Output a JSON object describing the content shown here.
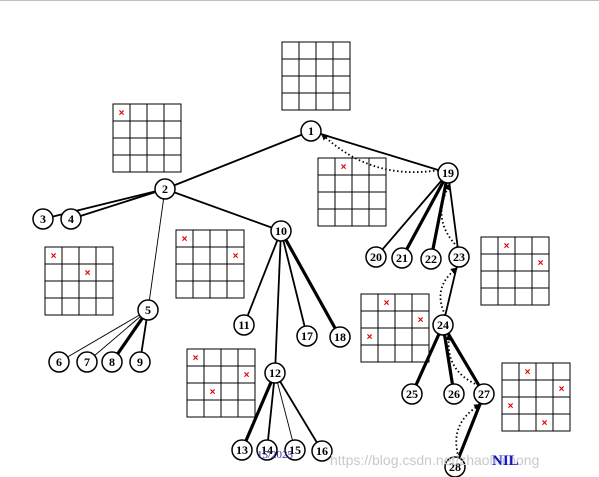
{
  "nodes": [
    {
      "id": "1",
      "label": "1"
    },
    {
      "id": "2",
      "label": "2"
    },
    {
      "id": "3",
      "label": "3"
    },
    {
      "id": "4",
      "label": "4"
    },
    {
      "id": "5",
      "label": "5"
    },
    {
      "id": "6",
      "label": "6"
    },
    {
      "id": "7",
      "label": "7"
    },
    {
      "id": "8",
      "label": "8"
    },
    {
      "id": "9",
      "label": "9"
    },
    {
      "id": "10",
      "label": "10"
    },
    {
      "id": "11",
      "label": "11"
    },
    {
      "id": "12",
      "label": "12"
    },
    {
      "id": "13",
      "label": "13"
    },
    {
      "id": "14",
      "label": "14"
    },
    {
      "id": "15",
      "label": "15"
    },
    {
      "id": "16",
      "label": "16"
    },
    {
      "id": "17",
      "label": "17"
    },
    {
      "id": "18",
      "label": "18"
    },
    {
      "id": "19",
      "label": "19"
    },
    {
      "id": "20",
      "label": "20"
    },
    {
      "id": "21",
      "label": "21"
    },
    {
      "id": "22",
      "label": "22"
    },
    {
      "id": "23",
      "label": "23"
    },
    {
      "id": "24",
      "label": "24"
    },
    {
      "id": "25",
      "label": "25"
    },
    {
      "id": "26",
      "label": "26"
    },
    {
      "id": "27",
      "label": "27"
    },
    {
      "id": "28",
      "label": "28"
    }
  ],
  "edges": [
    {
      "from": "1",
      "to": "2",
      "weight": "normal"
    },
    {
      "from": "1",
      "to": "19",
      "weight": "normal"
    },
    {
      "from": "2",
      "to": "3",
      "weight": "normal"
    },
    {
      "from": "2",
      "to": "4",
      "weight": "normal"
    },
    {
      "from": "2",
      "to": "5",
      "weight": "thin"
    },
    {
      "from": "2",
      "to": "10",
      "weight": "normal"
    },
    {
      "from": "5",
      "to": "6",
      "weight": "thin"
    },
    {
      "from": "5",
      "to": "7",
      "weight": "thin"
    },
    {
      "from": "5",
      "to": "8",
      "weight": "bold"
    },
    {
      "from": "5",
      "to": "9",
      "weight": "normal"
    },
    {
      "from": "10",
      "to": "11",
      "weight": "normal"
    },
    {
      "from": "10",
      "to": "12",
      "weight": "normal"
    },
    {
      "from": "10",
      "to": "17",
      "weight": "normal"
    },
    {
      "from": "10",
      "to": "18",
      "weight": "bold"
    },
    {
      "from": "12",
      "to": "13",
      "weight": "bold"
    },
    {
      "from": "12",
      "to": "14",
      "weight": "normal"
    },
    {
      "from": "12",
      "to": "15",
      "weight": "thin"
    },
    {
      "from": "12",
      "to": "16",
      "weight": "normal"
    },
    {
      "from": "19",
      "to": "20",
      "weight": "normal"
    },
    {
      "from": "19",
      "to": "21",
      "weight": "bold"
    },
    {
      "from": "19",
      "to": "22",
      "weight": "bold"
    },
    {
      "from": "19",
      "to": "23",
      "weight": "normal"
    },
    {
      "from": "23",
      "to": "24",
      "weight": "normal"
    },
    {
      "from": "24",
      "to": "25",
      "weight": "bold"
    },
    {
      "from": "24",
      "to": "26",
      "weight": "bold"
    },
    {
      "from": "24",
      "to": "27",
      "weight": "bold"
    },
    {
      "from": "27",
      "to": "28",
      "weight": "bold"
    }
  ],
  "backtrack_path": [
    "28",
    "27",
    "24",
    "23",
    "19",
    "1"
  ],
  "boards": [
    {
      "id": "root",
      "queens": []
    },
    {
      "id": "b2",
      "queens": [
        [
          0,
          0
        ]
      ]
    },
    {
      "id": "b5",
      "queens": [
        [
          0,
          0
        ],
        [
          1,
          2
        ]
      ]
    },
    {
      "id": "b10",
      "queens": [
        [
          0,
          0
        ],
        [
          1,
          3
        ]
      ]
    },
    {
      "id": "b12",
      "queens": [
        [
          0,
          0
        ],
        [
          1,
          3
        ],
        [
          2,
          1
        ]
      ]
    },
    {
      "id": "b19",
      "queens": [
        [
          0,
          1
        ]
      ]
    },
    {
      "id": "b23",
      "queens": [
        [
          0,
          1
        ],
        [
          1,
          3
        ]
      ]
    },
    {
      "id": "b24",
      "queens": [
        [
          0,
          1
        ],
        [
          1,
          3
        ],
        [
          2,
          0
        ]
      ]
    },
    {
      "id": "b27",
      "queens": [
        [
          0,
          1
        ],
        [
          1,
          3
        ],
        [
          2,
          0
        ],
        [
          3,
          2
        ]
      ]
    }
  ],
  "queen_mark": "×",
  "colors": {
    "queen": "#e00000",
    "nil": "#1515c8",
    "line": "#000000",
    "watermark": "#c9c9c9"
  },
  "labels": {
    "nil": "NIL",
    "date": "15/2025",
    "watermark": "https://blog.csdn.net/zhaohaihong"
  }
}
